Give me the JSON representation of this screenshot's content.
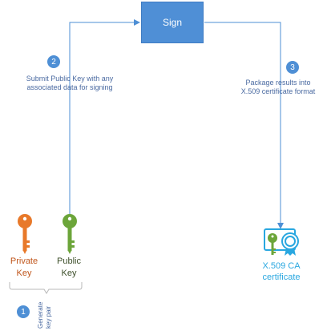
{
  "sign_box": {
    "label": "Sign"
  },
  "steps": [
    {
      "number": "1",
      "text_line1": "Generate",
      "text_line2": "key pair"
    },
    {
      "number": "2",
      "text_line1": "Submit Public Key with any",
      "text_line2": "associated data for signing"
    },
    {
      "number": "3",
      "text_line1": "Package results into",
      "text_line2": "X.509 certificate format"
    }
  ],
  "keys": {
    "private": {
      "line1": "Private",
      "line2": "Key",
      "color": "#e8792a"
    },
    "public": {
      "line1": "Public",
      "line2": "Key",
      "color": "#6ca53a"
    }
  },
  "certificate": {
    "line1": "X.509 CA",
    "line2": "certificate",
    "color": "#29a7e0"
  },
  "colors": {
    "connector": "#4e8fd5",
    "brace": "#b8b8b8"
  }
}
